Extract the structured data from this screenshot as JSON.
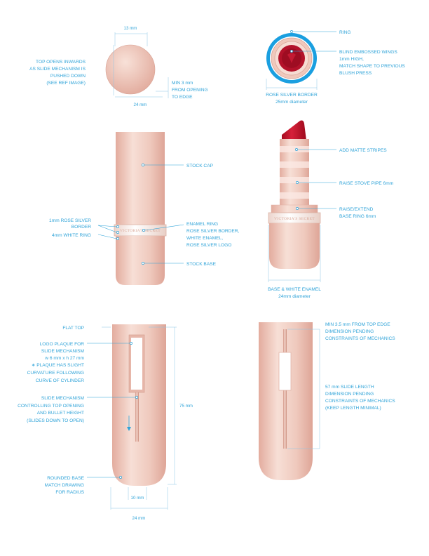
{
  "colors": {
    "annotation": "#2fa3d8",
    "body_pink": "#eab9ac",
    "body_pink_light": "#f6dcd3",
    "lipstick_red": "#c4142a",
    "ring_blue": "#1a9fe0"
  },
  "top_view": {
    "width_label": "13 mm",
    "diameter_label": "24 mm",
    "note_left": [
      "TOP OPENS INWARDS",
      "AS SLIDE MECHANISM IS",
      "PUSHED DOWN",
      "(SEE REF IMAGE)"
    ],
    "note_right": [
      "MIN 3 mm",
      "FROM OPENING",
      "TO EDGE"
    ]
  },
  "emboss_view": {
    "ring_label": "RING",
    "wings_note": [
      "BLIND EMBOSSED WINGS",
      "1mm HIGH,",
      "MATCH SHAPE TO PREVIOUS",
      "BLUSH PRESS"
    ],
    "border_caption": "ROSE SILVER BORDER",
    "diameter_caption": "25mm diameter"
  },
  "closed_view": {
    "logo_text": "VICTORIA'S SECRET",
    "stock_cap": "STOCK CAP",
    "rose_border": [
      "1mm ROSE SILVER",
      "BORDER"
    ],
    "white_ring": "4mm WHITE RING",
    "enamel_ring": [
      "ENAMEL RING",
      "ROSE SILVER BORDER,",
      "WHITE ENAMEL,",
      "ROSE SILVER LOGO"
    ],
    "stock_base": "STOCK BASE"
  },
  "open_view": {
    "logo_text": "VICTORIA'S SECRET",
    "matte_stripes": "ADD MATTE STRIPES",
    "stove_pipe": "RAISE STOVE PIPE 6mm",
    "base_ring": [
      "RAISE/EXTEND",
      "BASE RING 6mm"
    ],
    "base_caption": "BASE & WHITE ENAMEL",
    "diameter_caption": "24mm diameter"
  },
  "front_view": {
    "flat_top": "FLAT TOP",
    "logo_plaque": [
      "LOGO PLAQUE FOR",
      "SLIDE MECHANISM",
      "w 6 mm x h 27 mm",
      "∗ PLAQUE HAS SLIGHT",
      "CURVATURE FOLLOWING",
      "CURVE OF CYLINDER"
    ],
    "slide_mechanism": [
      "SLIDE MECHANISM",
      "CONTROLLING TOP OPENING",
      "AND BULLET HEIGHT",
      "(SLIDES DOWN TO OPEN)"
    ],
    "rounded_base": [
      "ROUNDED BASE",
      "MATCH DRAWING",
      "FOR RADIUS"
    ],
    "height_label": "75 mm",
    "inner_width_label": "10 mm",
    "outer_width_label": "24 mm"
  },
  "side_view": {
    "top_edge_note": [
      "MIN 3.5 mm FROM TOP EDGE",
      "DIMENSION PENDING",
      "CONSTRAINTS OF MECHANICS"
    ],
    "slide_length_note": [
      "57 mm SLIDE LENGTH",
      "DIMENSION PENDING",
      "CONSTRAINTS OF MECHANICS",
      "(KEEP LENGTH MINIMAL)"
    ]
  }
}
